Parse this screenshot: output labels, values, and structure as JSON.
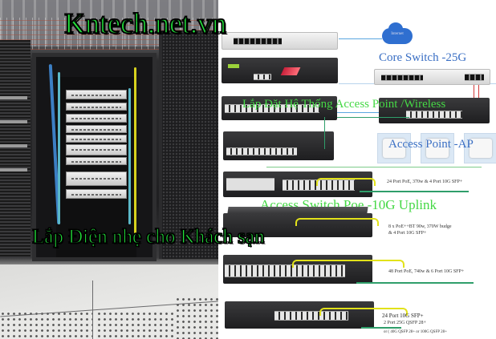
{
  "banner": {
    "site_title": "Kntech.net.vn",
    "headline": "Lắp Điện nhẹ cho Khách sạn"
  },
  "diagram": {
    "cloud_label": "Internet",
    "core_switch_label": "Core Switch  -25G",
    "wireless_label": "Lắp Đặt Hệ Thống Access Point /Wireless",
    "access_point_label": "Access Point -AP",
    "access_switch_label": "Access Switch Poe -10G Uplink",
    "specs": [
      "24 Port PoE, 370w & 4 Port 10G SFP+",
      "8 x PoE++BT 90w, 370W budge",
      "& 4 Port 10G SFP+",
      "48 Port PoE, 740w & 6 Port 10G SFP+",
      "24 Port 10G SFP+",
      "2 Port 25G QSFP 28+",
      "or ( 40G QSFP 28+ or 100G QSFP 28+"
    ],
    "colors": {
      "title_green": "#22e03a",
      "label_blue": "#3a6fc4",
      "label_green": "#45d845",
      "link_yellow": "#e2e21a",
      "link_green": "#2f9e6a",
      "link_blue": "#5aa6e0",
      "link_red": "#d23a3a"
    }
  }
}
